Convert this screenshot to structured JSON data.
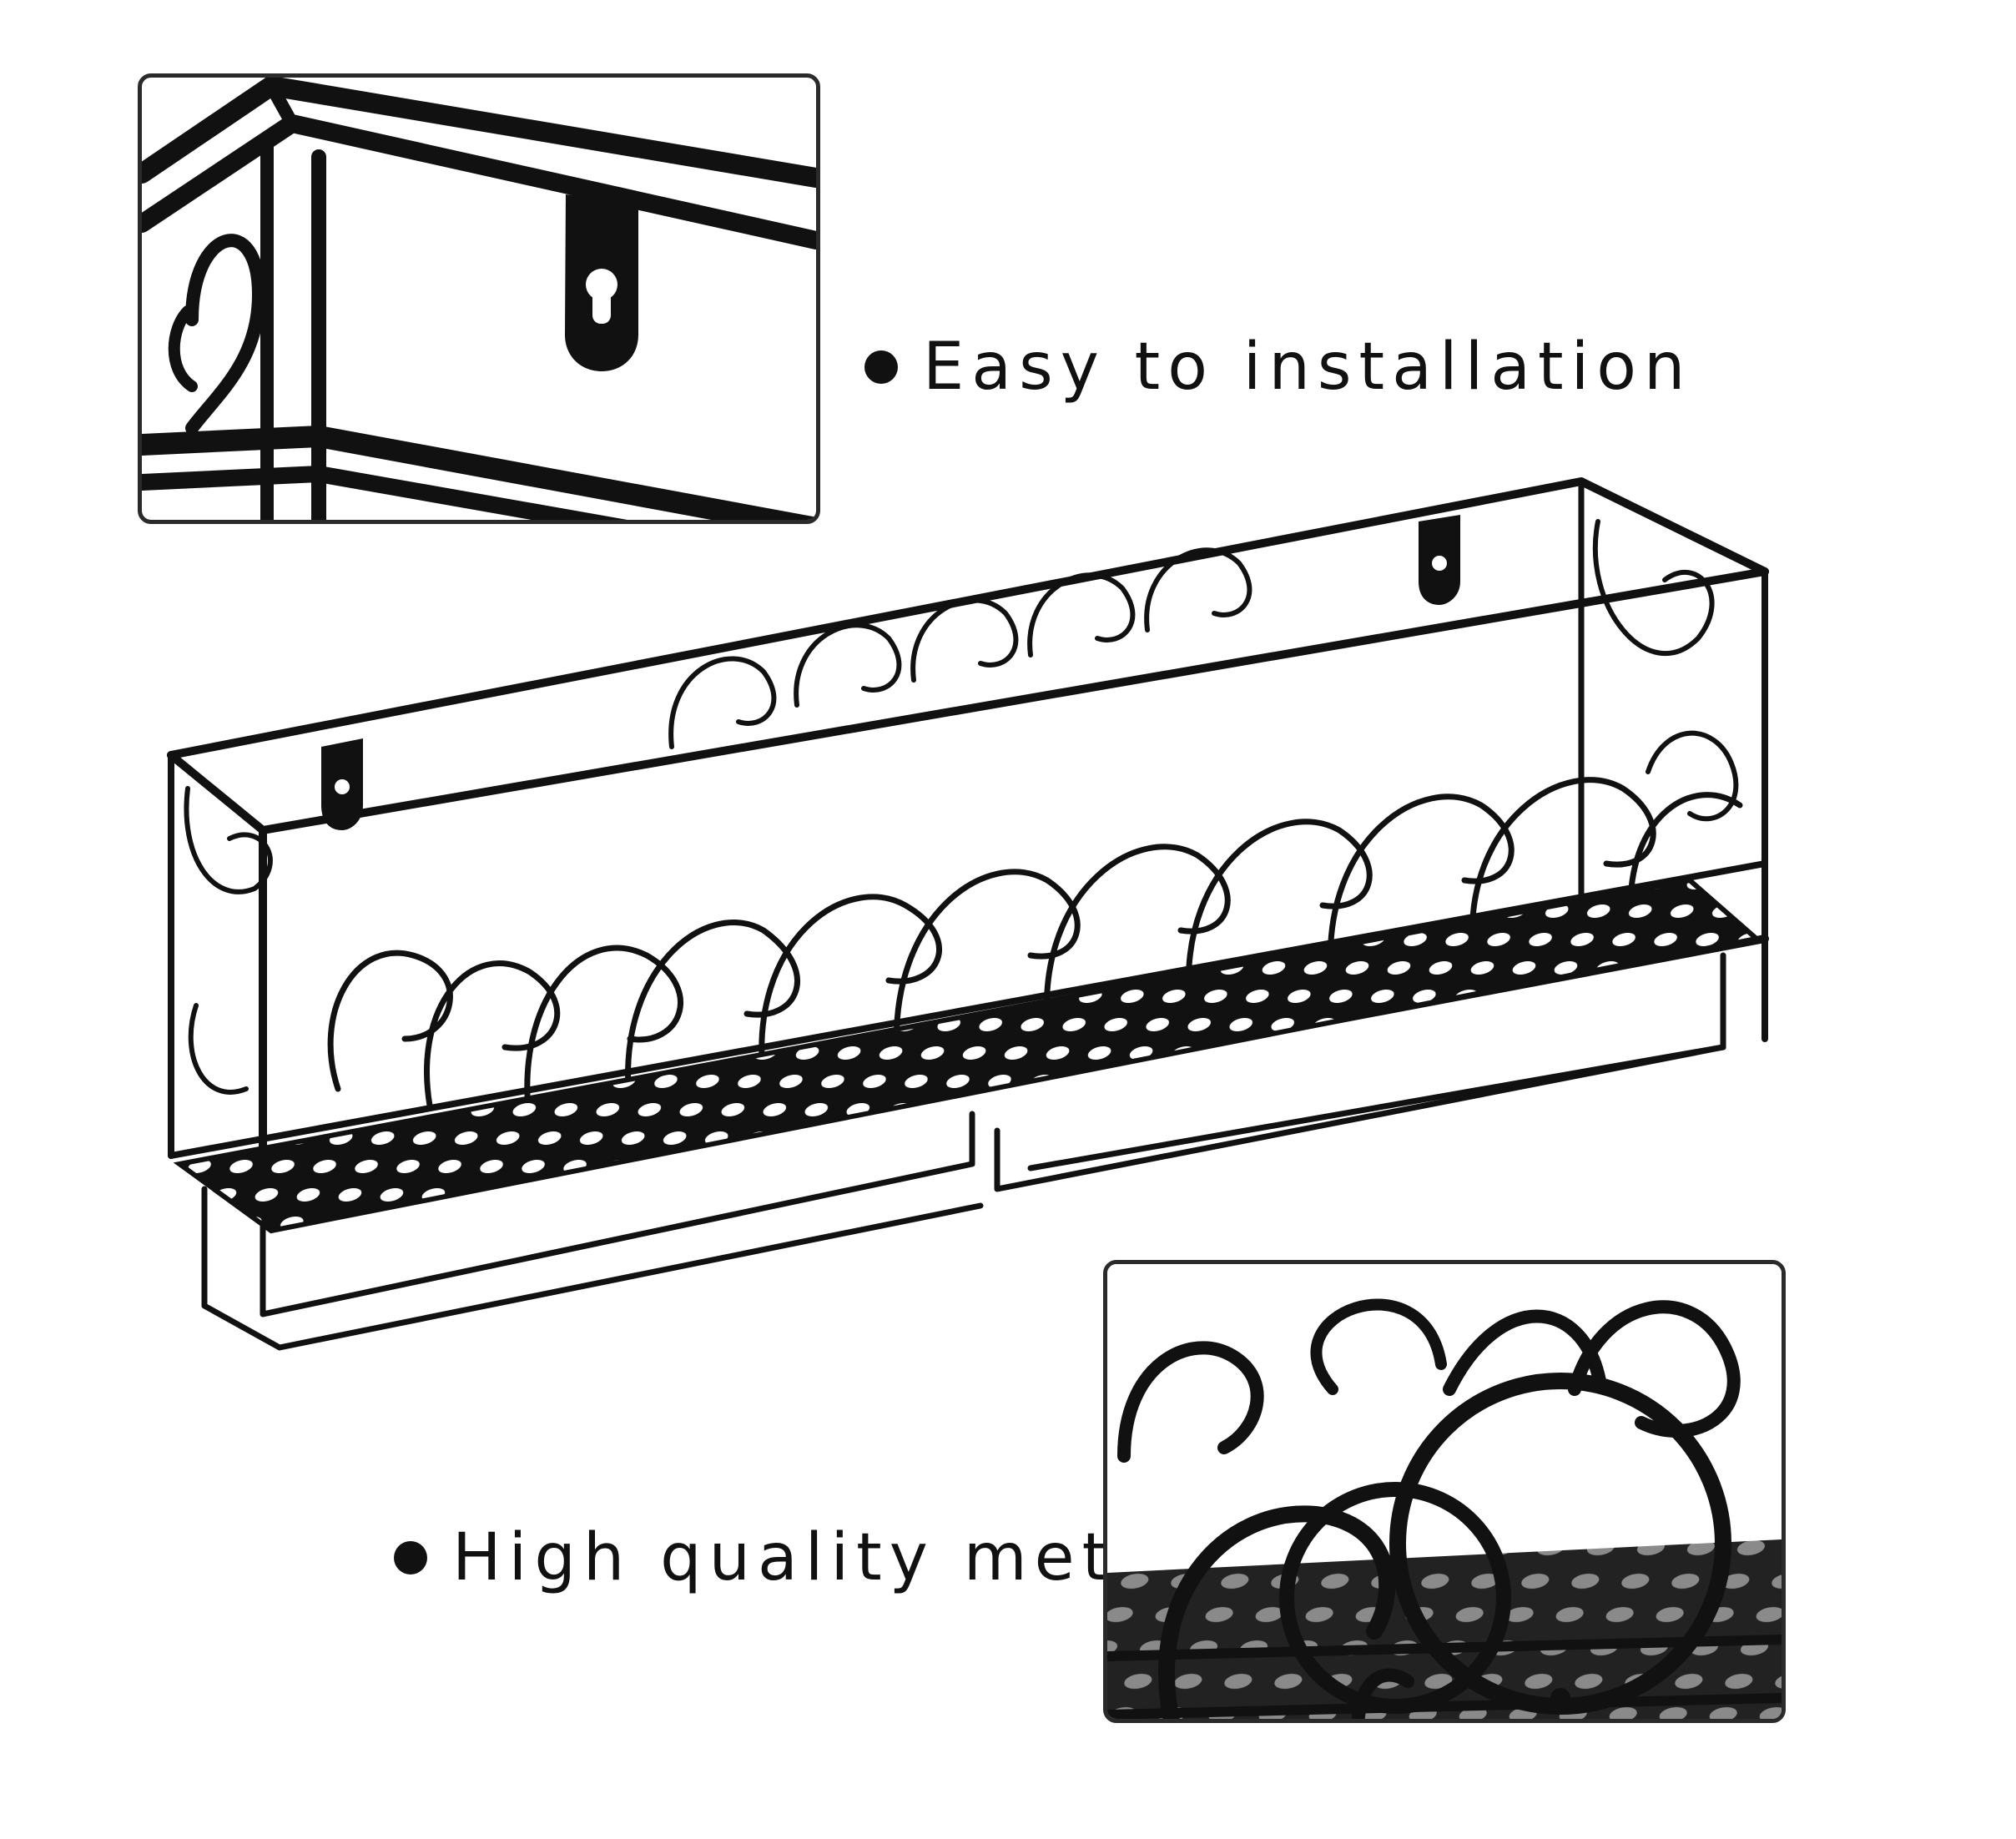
{
  "features": [
    {
      "text": "Easy to installation",
      "icon": "bullet-dot-icon"
    },
    {
      "text": "High quality metal",
      "icon": "bullet-dot-icon"
    }
  ],
  "images": {
    "top_inset": "closeup-keyhole-mount",
    "main": "black-metal-wall-shelf-rack",
    "bottom_inset": "closeup-scroll-metalwork"
  },
  "colors": {
    "metal": "#111111",
    "background": "#ffffff",
    "frame_border": "#2a2a2a"
  }
}
